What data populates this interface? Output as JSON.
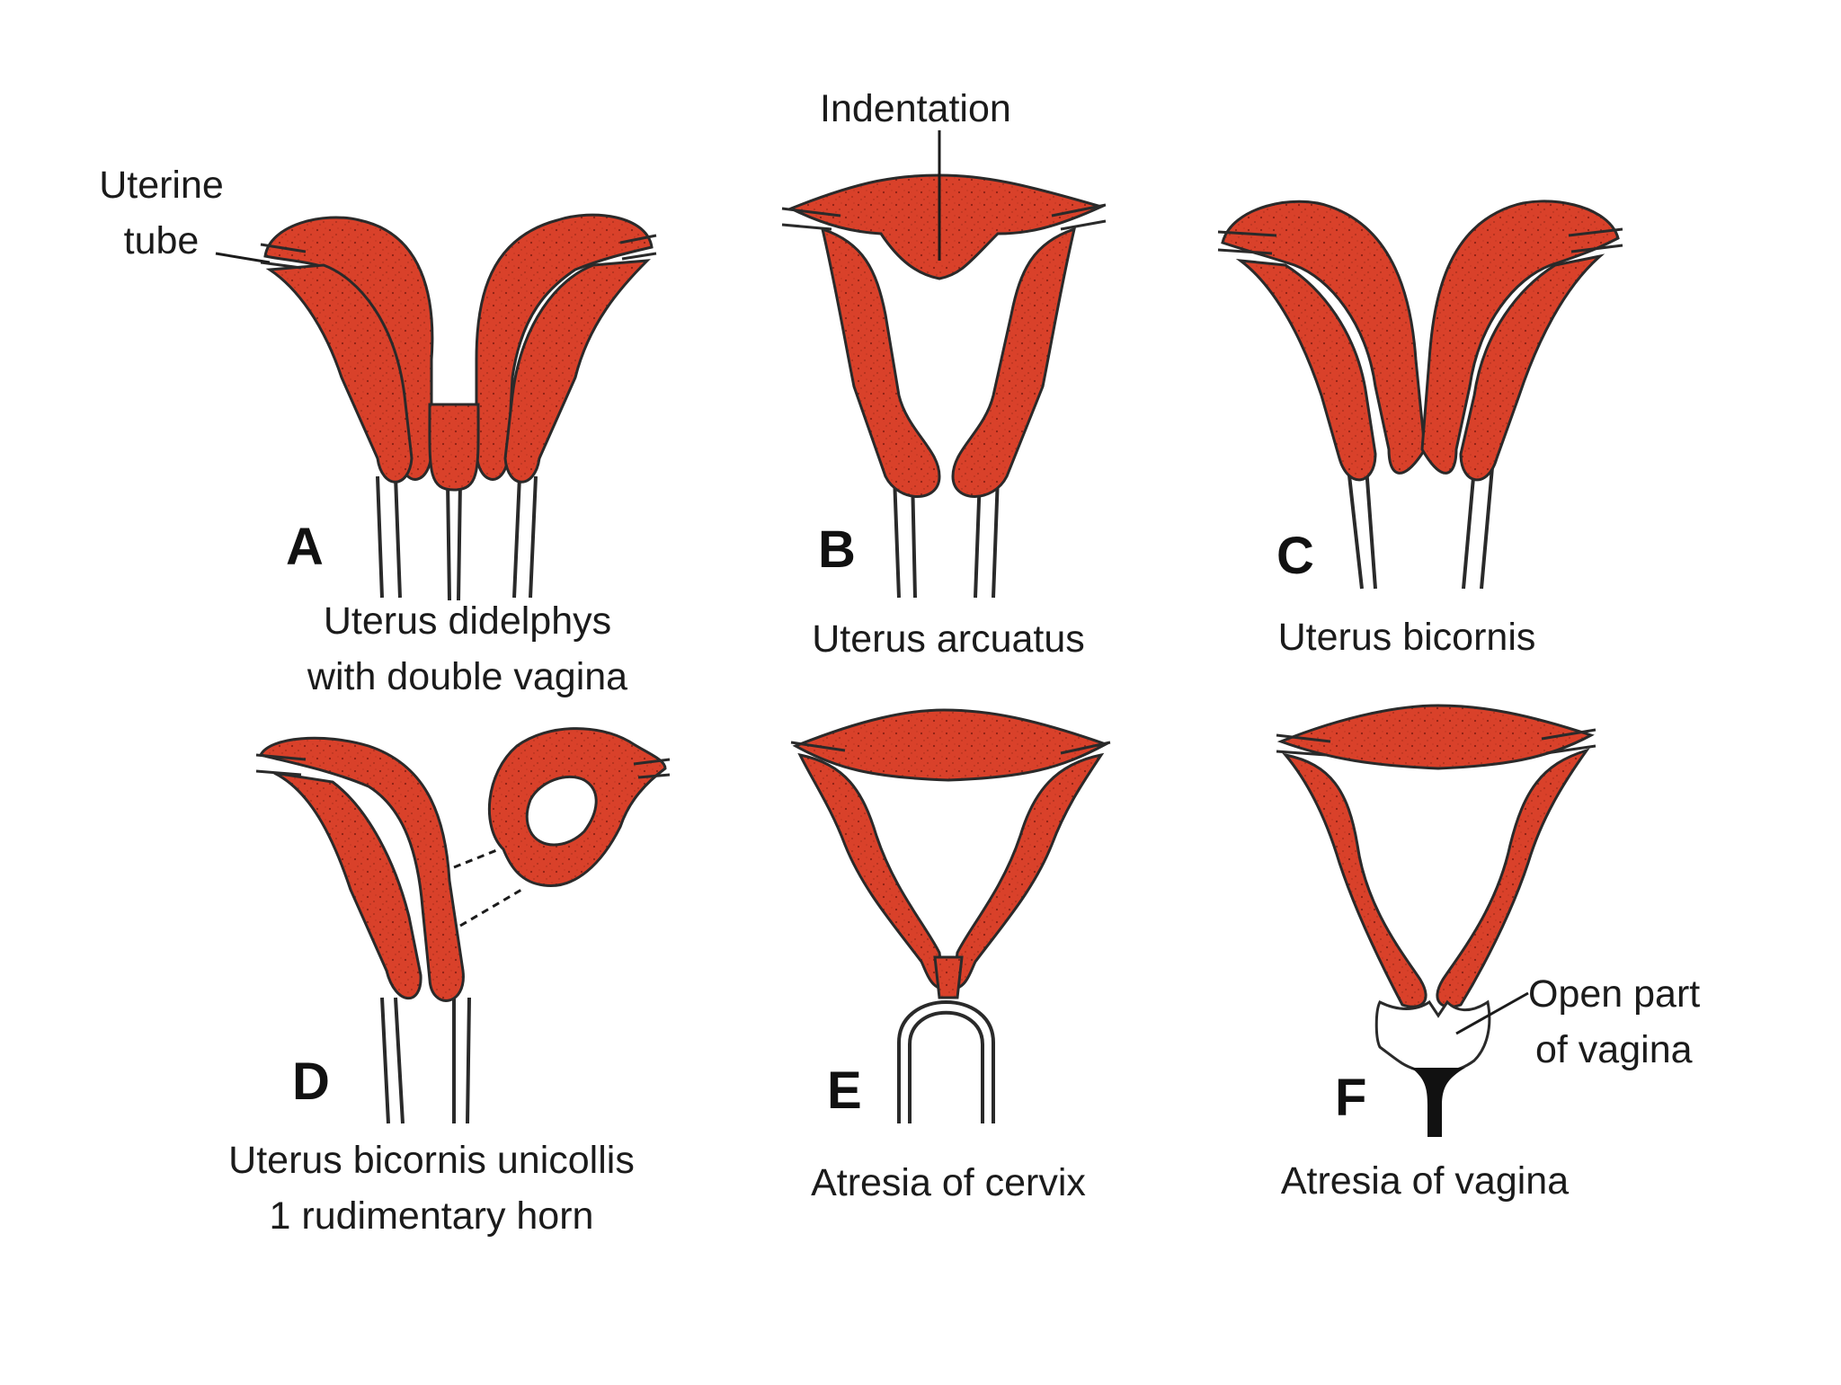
{
  "colors": {
    "tissue": "#d9412a",
    "tissue_dark": "#7a1a10",
    "outline": "#2a2a2a",
    "background": "#ffffff"
  },
  "callouts": {
    "uterine_tube": [
      "Uterine",
      "tube"
    ],
    "indentation": "Indentation",
    "open_part_vagina": [
      "Open part",
      "of vagina"
    ]
  },
  "panels": [
    {
      "letter": "A",
      "caption": [
        "Uterus didelphys",
        "with double vagina"
      ]
    },
    {
      "letter": "B",
      "caption": [
        "Uterus arcuatus"
      ]
    },
    {
      "letter": "C",
      "caption": [
        "Uterus bicornis"
      ]
    },
    {
      "letter": "D",
      "caption": [
        "Uterus bicornis unicollis",
        "1 rudimentary horn"
      ]
    },
    {
      "letter": "E",
      "caption": [
        "Atresia of cervix"
      ]
    },
    {
      "letter": "F",
      "caption": [
        "Atresia of vagina"
      ]
    }
  ]
}
